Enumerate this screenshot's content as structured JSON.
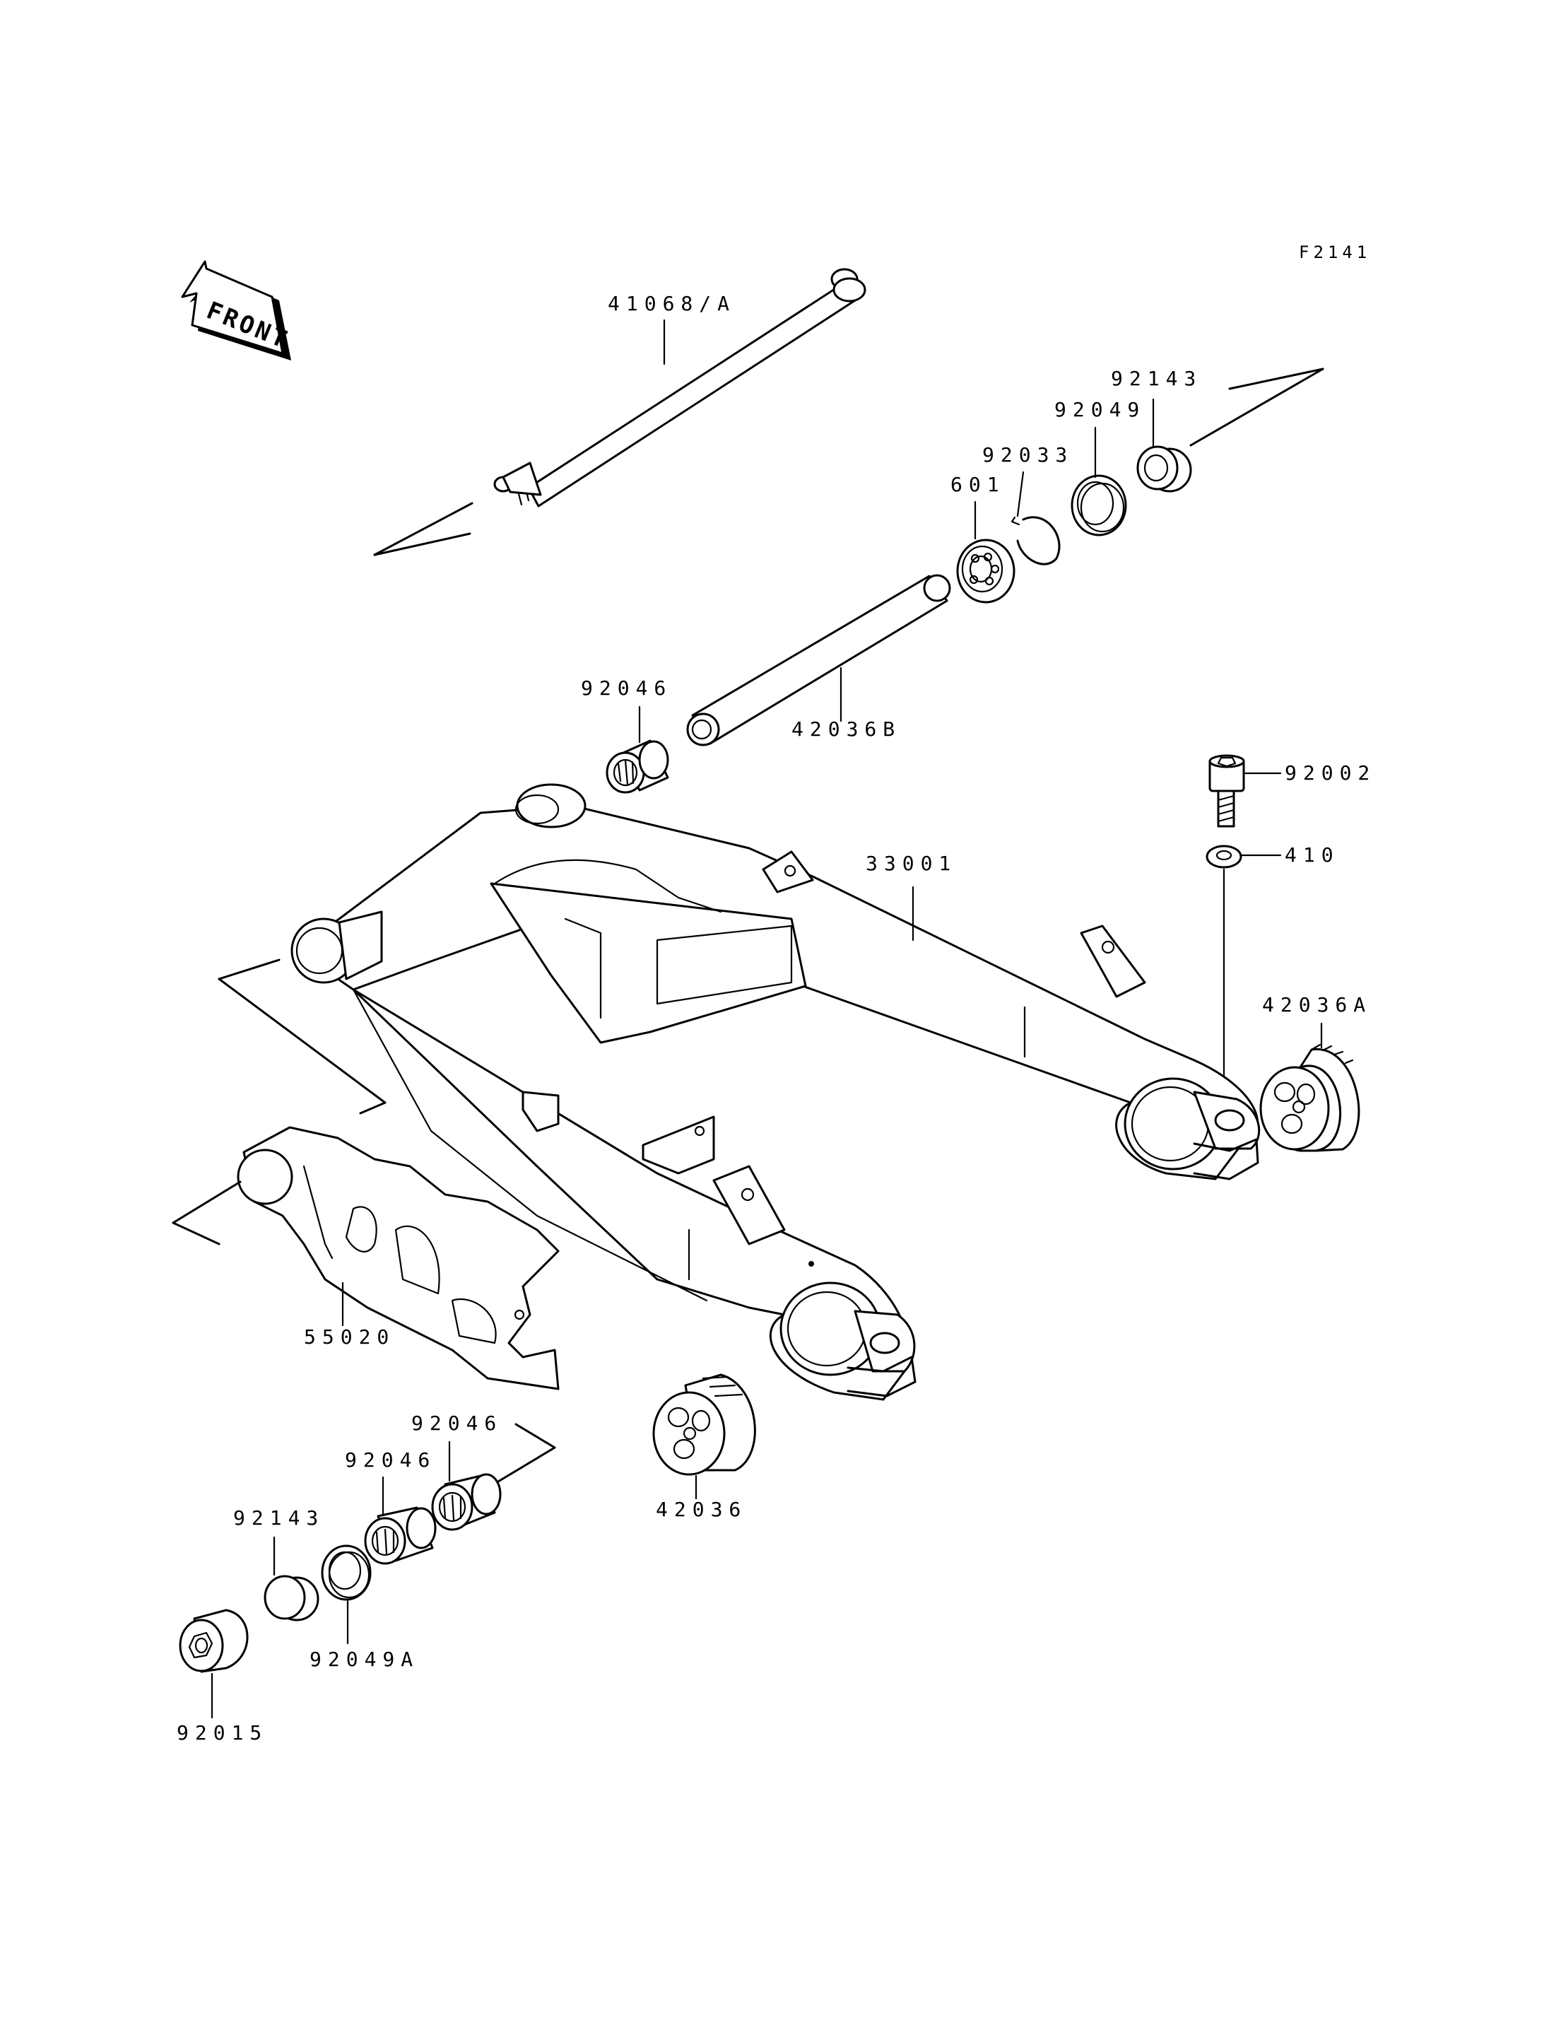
{
  "figure_code": "F2141",
  "front_marker": "FRONT",
  "parts": {
    "p41068a": "41068/A",
    "p92143_top": "92143",
    "p92049": "92049",
    "p92033": "92033",
    "p601": "601",
    "p92046_top": "92046",
    "p42036b": "42036B",
    "p92002": "92002",
    "p410": "410",
    "p33001": "33001",
    "p42036a": "42036A",
    "p55020": "55020",
    "p42036": "42036",
    "p92046_a": "92046",
    "p92046_b": "92046",
    "p92143_bottom": "92143",
    "p92049a": "92049A",
    "p92015": "92015"
  }
}
